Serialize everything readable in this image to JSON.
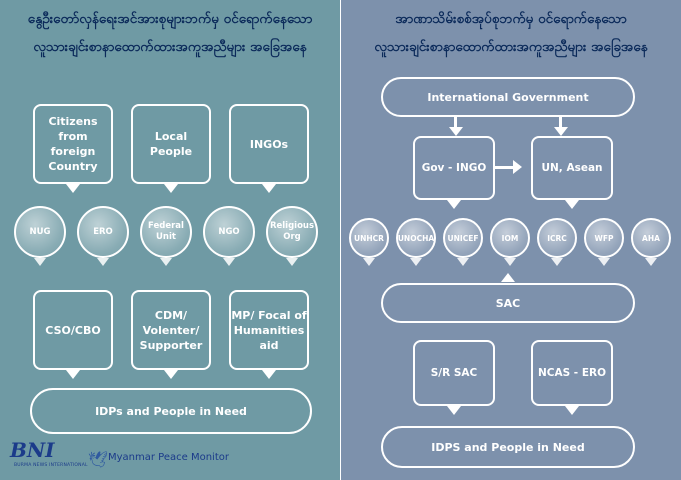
{
  "left": {
    "title_line1": "နွေဦးတော်လှန်ရေးအင်အားစုများဘက်မှ ဝင်ရောက်နေသော",
    "title_line2": "လူသားချင်းစာနာထောက်ထားအကူအညီများ အခြေအနေ",
    "top_boxes": [
      "Citizens from foreign Country",
      "Local People",
      "INGOs"
    ],
    "circles": [
      "NUG",
      "ERO",
      "Federal Unit",
      "NGO",
      "Religious Org"
    ],
    "bottom_boxes": [
      "CSO/CBO",
      "CDM/ Volenter/ Supporter",
      "MP/ Focal of Humanities aid"
    ],
    "footer_pill": "IDPs and People in Need"
  },
  "right": {
    "title_line1": "အာဏာသိမ်းစစ်အုပ်စုဘက်မှ ဝင်ရောက်နေသော",
    "title_line2": "လူသားချင်းစာနာထောက်ထားအကူအညီများ အခြေအနေ",
    "top_pill": "International Government",
    "mid_boxes": [
      "Gov - INGO",
      "UN, Asean"
    ],
    "circles": [
      "UNHCR",
      "UNOCHA",
      "UNICEF",
      "IOM",
      "ICRC",
      "WFP",
      "AHA"
    ],
    "sac_pill": "SAC",
    "low_boxes": [
      "S/R SAC",
      "NCAS - ERO"
    ],
    "footer_pill": "IDPS and People in Need"
  },
  "logos": {
    "bni": "BNI",
    "bni_sub": "BURMA NEWS INTERNATIONAL",
    "mpm": "Myanmar Peace Monitor"
  }
}
